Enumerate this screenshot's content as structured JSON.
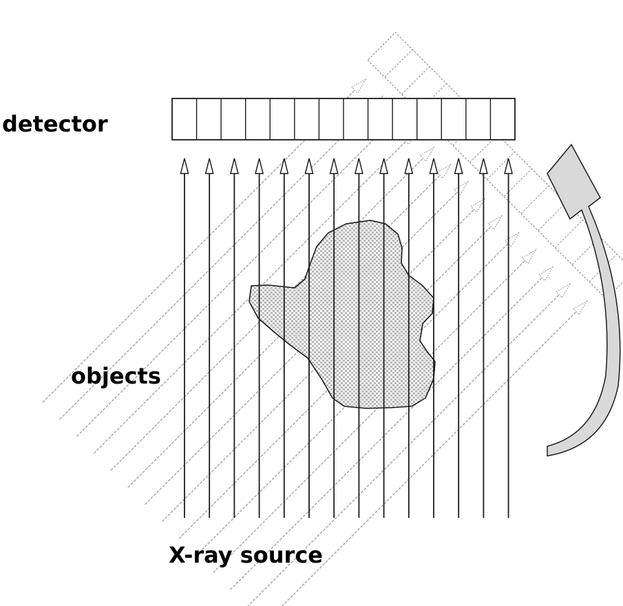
{
  "labels": {
    "detector": "detector",
    "objects": "objects",
    "source": "X-ray source"
  },
  "colors": {
    "ink": "#1a1a1a",
    "rotated_ink": "#a8a8a8",
    "object_fill": "#c4c4c4",
    "rotation_arrow_fill": "#d9d9d9"
  },
  "detector": {
    "cell_count": 14
  },
  "beams": {
    "count": 14,
    "rotated_count": 14
  },
  "rotation_arrow": {
    "direction": "counter-clockwise"
  }
}
